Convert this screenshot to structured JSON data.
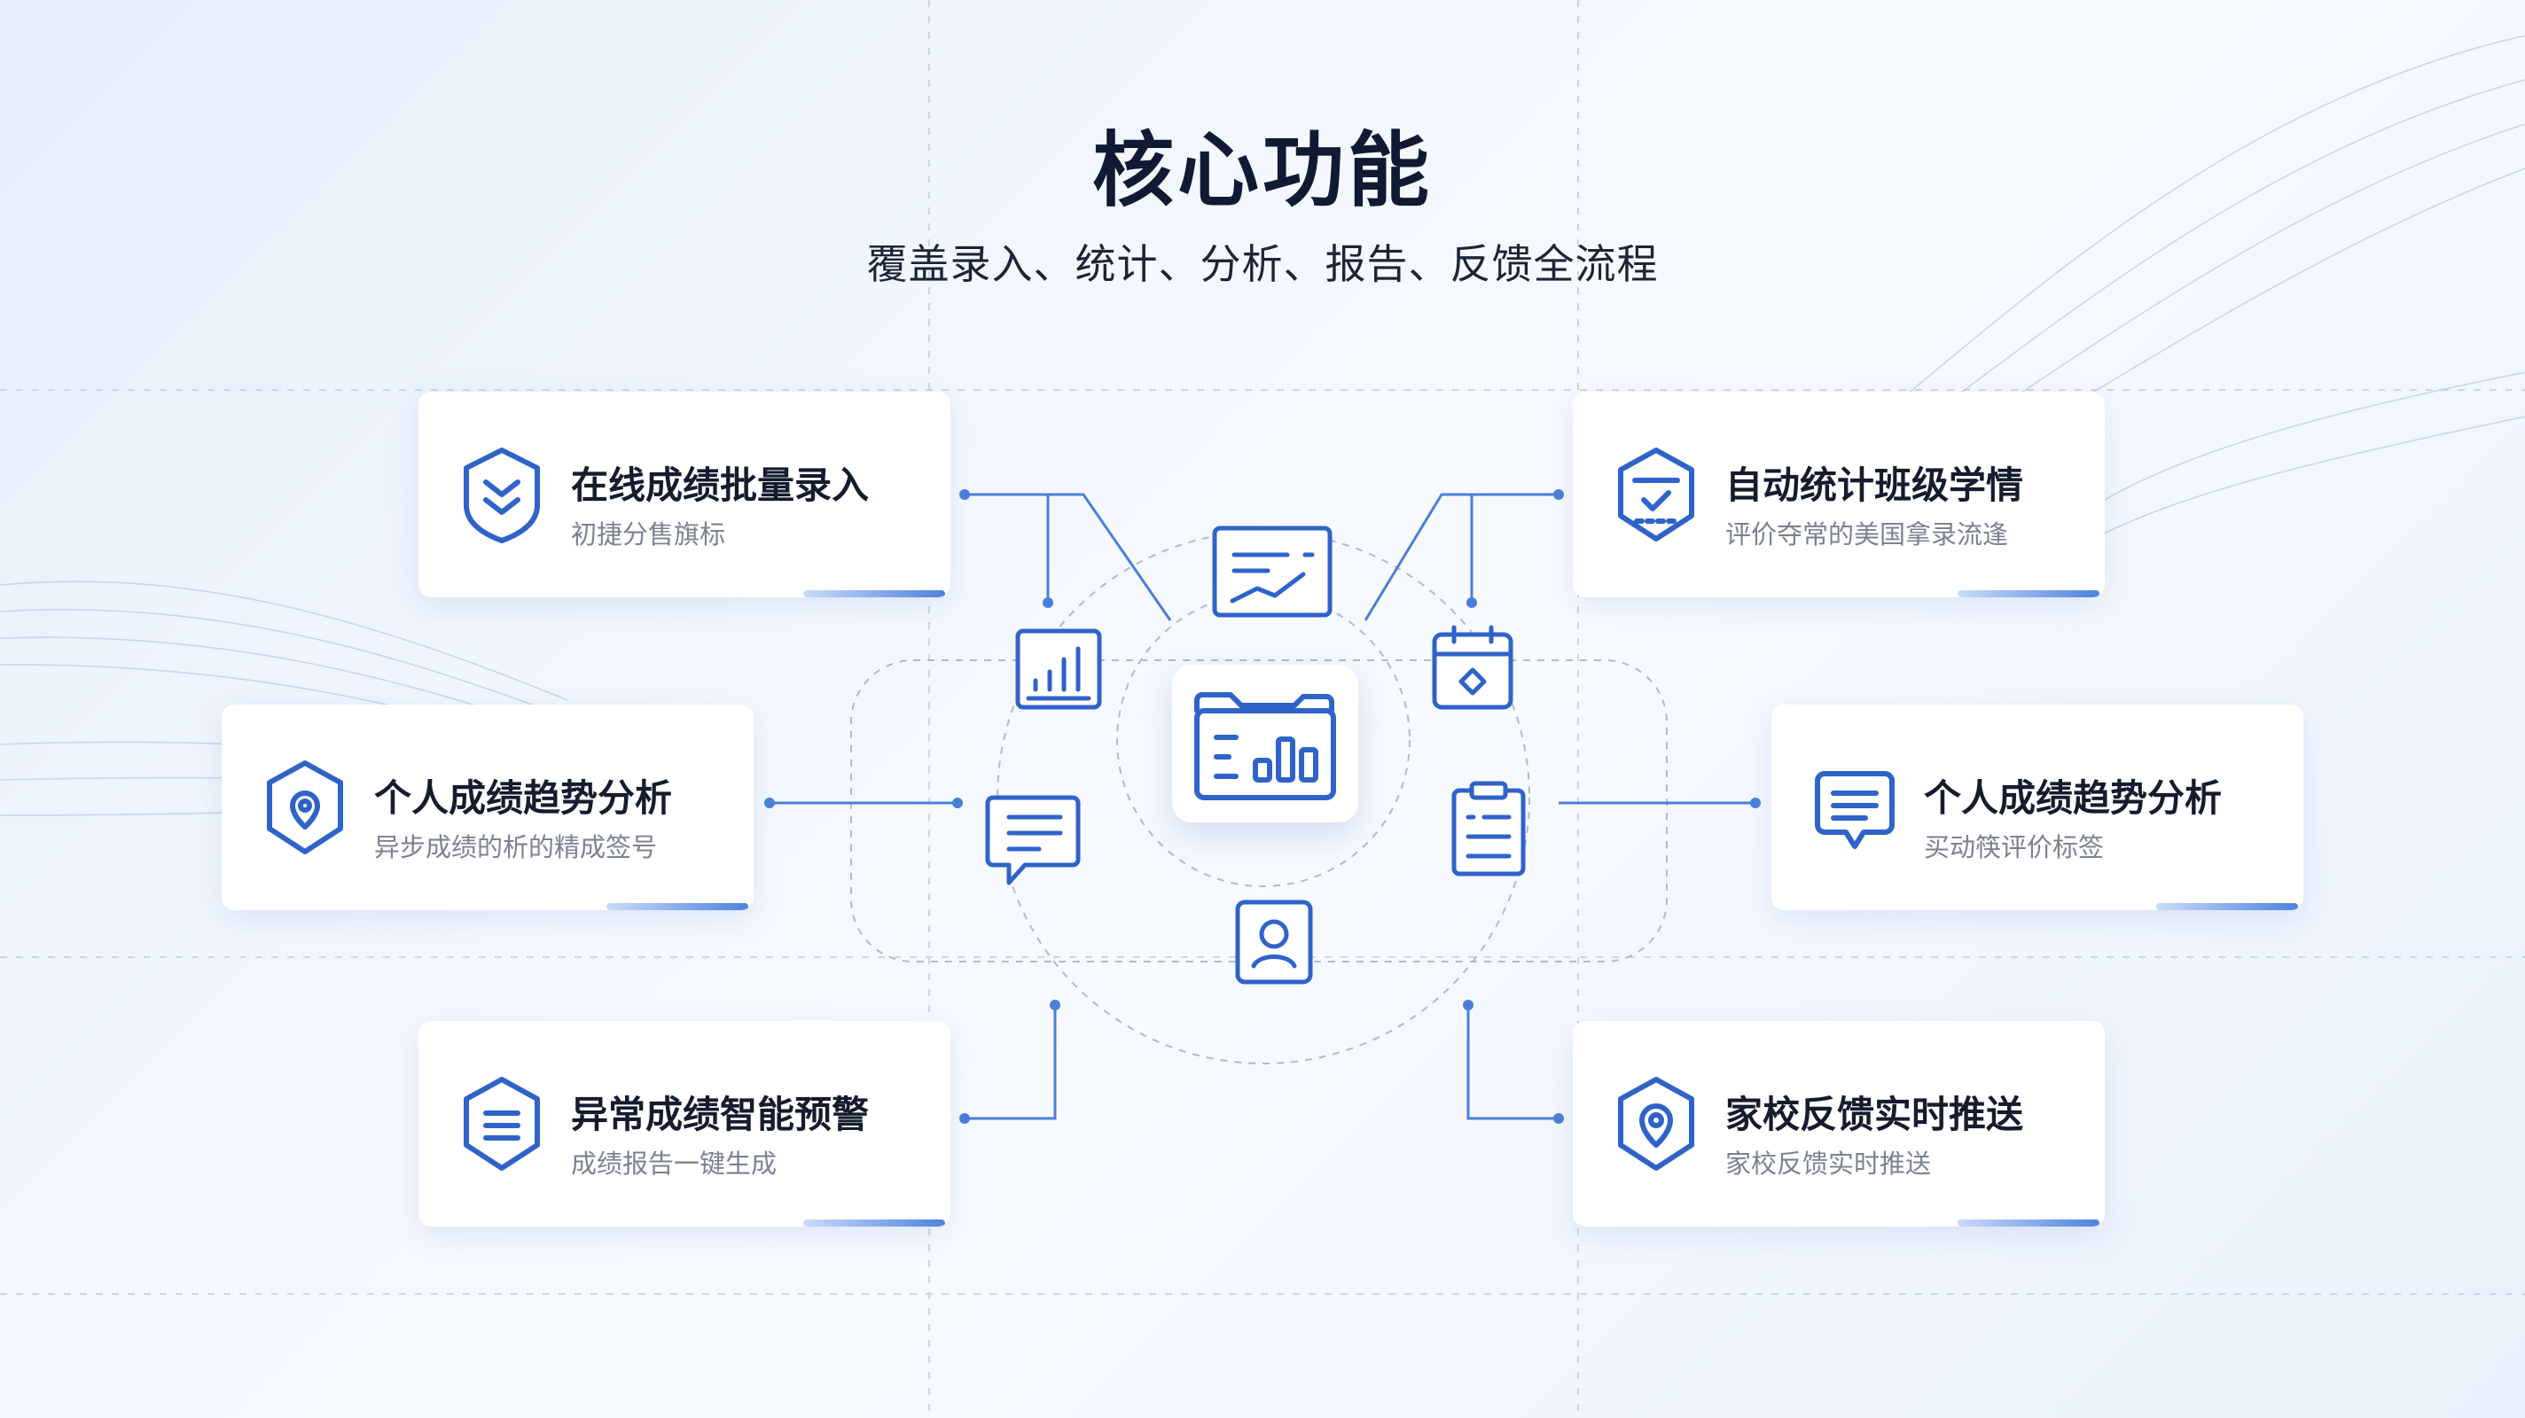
{
  "header": {
    "title": "核心功能",
    "subtitle": "覆盖录入、统计、分析、报告、反馈全流程"
  },
  "cards": [
    {
      "id": "card-1",
      "title": "在线成绩批量录入",
      "desc": "初捷分售旗标",
      "icon": "shield-chevron-icon"
    },
    {
      "id": "card-2",
      "title": "自动统计班级学情",
      "desc": "评价夺常的美国拿录流逢",
      "icon": "shield-check-icon"
    },
    {
      "id": "card-3",
      "title": "个人成绩趋势分析",
      "desc": "异步成绩的析的精成签号",
      "icon": "shield-pin-icon"
    },
    {
      "id": "card-4",
      "title": "个人成绩趋势分析",
      "desc": "买动筷评价标签",
      "icon": "chat-lines-icon"
    },
    {
      "id": "card-5",
      "title": "异常成绩智能预警",
      "desc": "成绩报告一键生成",
      "icon": "shield-lines-icon"
    },
    {
      "id": "card-6",
      "title": "家校反馈实时推送",
      "desc": "家校反馈实时推送",
      "icon": "shield-location-icon"
    }
  ],
  "hub": {
    "icon": "folder-chart-icon"
  },
  "satellites": [
    {
      "name": "line-chart-icon"
    },
    {
      "name": "bar-chart-icon"
    },
    {
      "name": "calendar-icon"
    },
    {
      "name": "message-icon"
    },
    {
      "name": "clipboard-icon"
    },
    {
      "name": "user-badge-icon"
    }
  ],
  "colors": {
    "accent": "#2f63c9",
    "title": "#101a33",
    "desc": "#7a8291"
  }
}
